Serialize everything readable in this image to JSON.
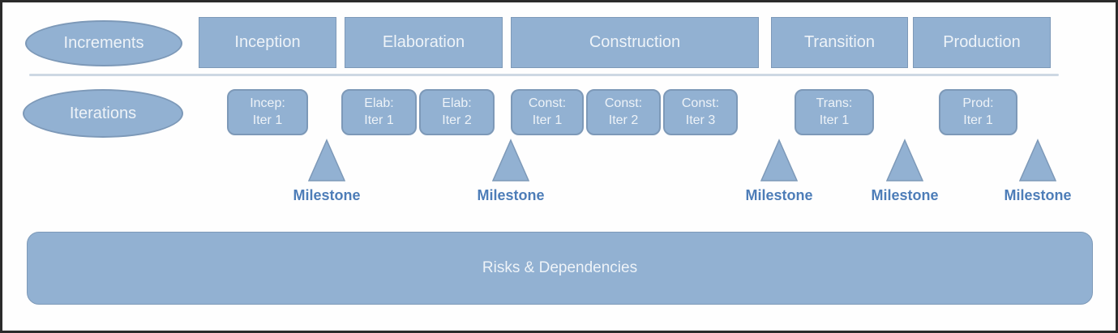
{
  "diagram": {
    "row_labels": {
      "increments": "Increments",
      "iterations": "Iterations"
    },
    "phases": [
      {
        "label": "Inception"
      },
      {
        "label": "Elaboration"
      },
      {
        "label": "Construction"
      },
      {
        "label": "Transition"
      },
      {
        "label": "Production"
      }
    ],
    "iterations": [
      {
        "line1": "Incep:",
        "line2": "Iter 1"
      },
      {
        "line1": "Elab:",
        "line2": "Iter 1"
      },
      {
        "line1": "Elab:",
        "line2": "Iter 2"
      },
      {
        "line1": "Const:",
        "line2": "Iter 1"
      },
      {
        "line1": "Const:",
        "line2": "Iter 2"
      },
      {
        "line1": "Const:",
        "line2": "Iter 3"
      },
      {
        "line1": "Trans:",
        "line2": "Iter 1"
      },
      {
        "line1": "Prod:",
        "line2": "Iter 1"
      }
    ],
    "milestones": [
      {
        "label": "Milestone"
      },
      {
        "label": "Milestone"
      },
      {
        "label": "Milestone"
      },
      {
        "label": "Milestone"
      },
      {
        "label": "Milestone"
      }
    ],
    "risks_bar": {
      "label": "Risks & Dependencies"
    },
    "colors": {
      "shape-fill": "#92b1d2",
      "shape-stroke": "#7d99b8",
      "shape-text": "#eef3f8",
      "milestone-text": "#4d7db8",
      "divider": "#cdd8e3",
      "frame-border": "#2b2b2b"
    }
  }
}
